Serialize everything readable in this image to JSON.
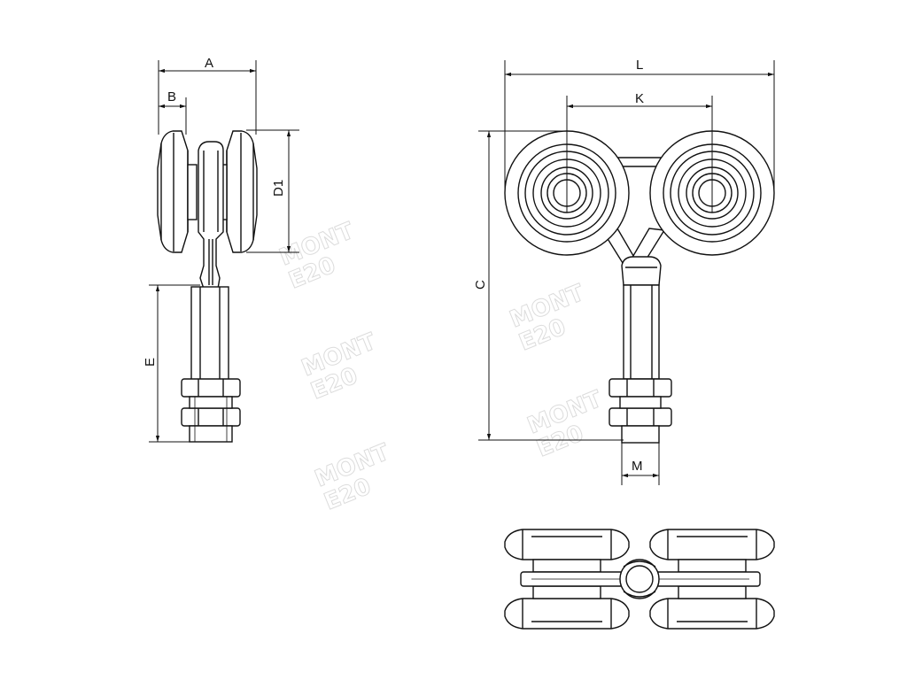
{
  "dimensions": {
    "A": "A",
    "B": "B",
    "D1": "D1",
    "E": "E",
    "L": "L",
    "K": "K",
    "C": "C",
    "M": "M"
  },
  "watermark": {
    "line1": "MONT",
    "line2": "E20"
  },
  "colors": {
    "line": "#111111",
    "watermark": "#dcdcdc"
  }
}
